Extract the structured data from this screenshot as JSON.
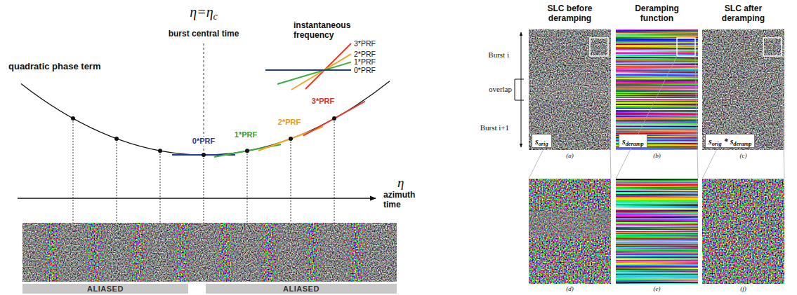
{
  "diagram": {
    "nodes": [
      {
        "text": [
          "ALIASED"
        ]
      },
      {
        "text": [
          "ALIASED"
        ]
      },
      {
        "text": [
          "sorig"
        ]
      },
      {
        "text": [
          "sderamp"
        ]
      },
      {
        "text": [
          "sorig * sderamp"
        ]
      }
    ],
    "labels": [
      "η=ηc",
      "burst central time",
      "instantaneous frequency",
      "quadratic phase term",
      "0*PRF",
      "1*PRF",
      "2*PRF",
      "3*PRF",
      "η",
      "azimuth time",
      "SLC before deramping",
      "Deramping function",
      "SLC after deramping",
      "Burst i",
      "overlap",
      "Burst i+1",
      "(a)",
      "(b)",
      "(c)",
      "(d)",
      "(e)",
      "(f)"
    ],
    "legend": [
      {
        "text": "3*PRF"
      },
      {
        "text": "2*PRF"
      },
      {
        "text": "1*PRF"
      },
      {
        "text": "0*PRF"
      }
    ]
  }
}
